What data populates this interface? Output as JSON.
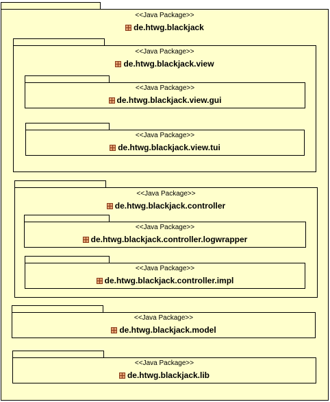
{
  "stereotype": "<<Java Package>>",
  "icon": "package-icon",
  "packages": {
    "root": "de.htwg.blackjack",
    "view": "de.htwg.blackjack.view",
    "view_gui": "de.htwg.blackjack.view.gui",
    "view_tui": "de.htwg.blackjack.view.tui",
    "controller": "de.htwg.blackjack.controller",
    "controller_logwrapper": "de.htwg.blackjack.controller.logwrapper",
    "controller_impl": "de.htwg.blackjack.controller.impl",
    "model": "de.htwg.blackjack.model",
    "lib": "de.htwg.blackjack.lib"
  }
}
